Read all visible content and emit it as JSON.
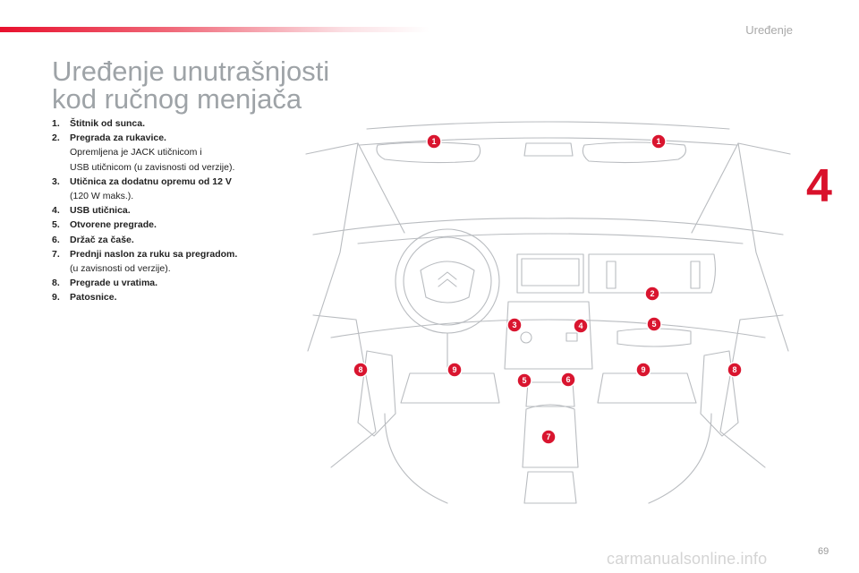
{
  "header": {
    "section": "Uređenje",
    "chapter_number": "4"
  },
  "title": {
    "line1": "Uređenje unutrašnjosti",
    "line2": "kod ručnog menjača"
  },
  "list": [
    {
      "num": "1.",
      "label": "Štitnik od sunca.",
      "sub1": "",
      "sub2": ""
    },
    {
      "num": "2.",
      "label": "Pregrada za rukavice.",
      "sub1": "Opremljena je JACK utičnicom i",
      "sub2": "USB utičnicom (u zavisnosti od verzije)."
    },
    {
      "num": "3.",
      "label": "Utičnica za dodatnu opremu od 12 V",
      "sub1": "(120 W maks.).",
      "sub2": ""
    },
    {
      "num": "4.",
      "label": "USB utičnica.",
      "sub1": "",
      "sub2": ""
    },
    {
      "num": "5.",
      "label": "Otvorene pregrade.",
      "sub1": "",
      "sub2": ""
    },
    {
      "num": "6.",
      "label": "Držač za čaše.",
      "sub1": "",
      "sub2": ""
    },
    {
      "num": "7.",
      "label": "Prednji naslon za ruku sa pregradom.",
      "sub1": "(u zavisnosti od verzije).",
      "sub2": ""
    },
    {
      "num": "8.",
      "label": "Pregrade u vratima.",
      "sub1": "",
      "sub2": ""
    },
    {
      "num": "9.",
      "label": "Patosnice.",
      "sub1": "",
      "sub2": ""
    }
  ],
  "callouts": [
    "1",
    "1",
    "2",
    "3",
    "4",
    "5",
    "5",
    "6",
    "7",
    "8",
    "8",
    "9",
    "9"
  ],
  "footer": {
    "page_number": "69",
    "watermark": "carmanualsonline.info"
  },
  "colors": {
    "accent": "#d9112b",
    "title": "#9ea3a7",
    "line": "#b9bcc0"
  }
}
